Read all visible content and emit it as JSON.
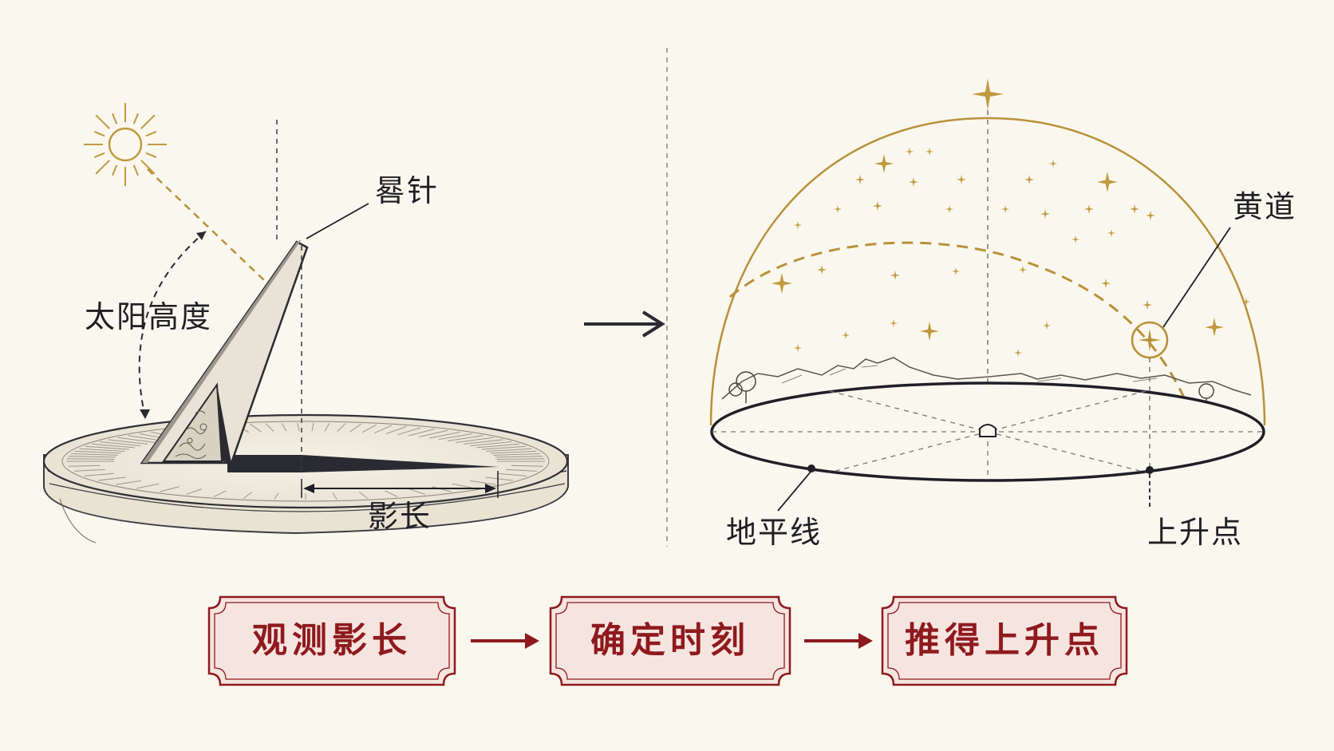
{
  "labels": {
    "gnomon": "晷针",
    "solar_altitude": "太阳高度",
    "shadow_length": "影长",
    "ecliptic": "黄道",
    "horizon": "地平线",
    "rising_point": "上升点"
  },
  "flow": {
    "steps": [
      "观测影长",
      "确定时刻",
      "推得上升点"
    ]
  },
  "colors": {
    "background": "#faf7ee",
    "ink": "#1f1f24",
    "gold": "#b8913a",
    "flow_red": "#8e1a1e",
    "box_fill": "#f6e4df"
  },
  "icons": [
    "sun-icon",
    "star-icon",
    "right-arrow-icon"
  ]
}
